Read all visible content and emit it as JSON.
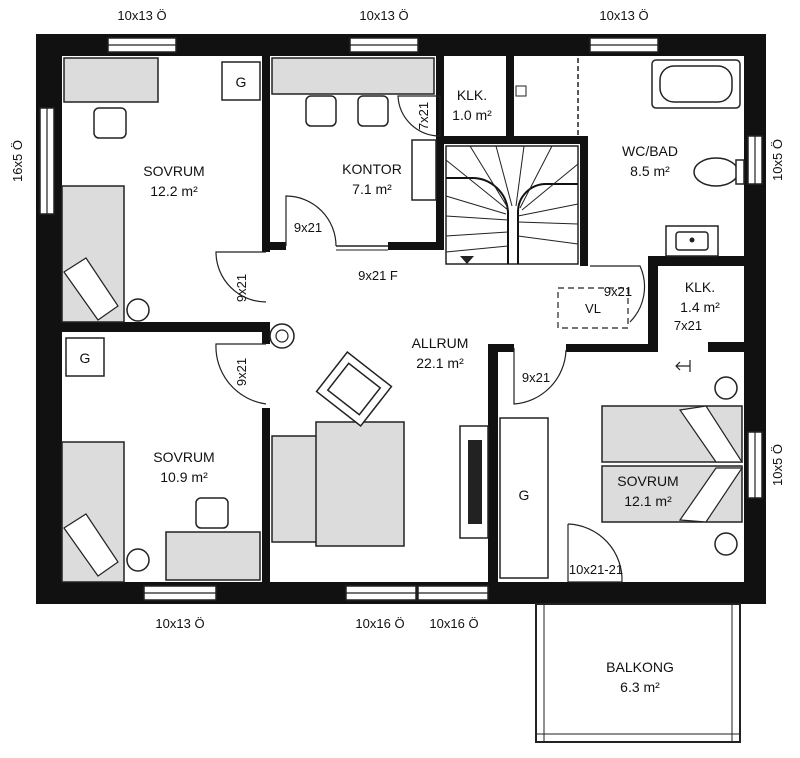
{
  "rooms": {
    "sovrum1": {
      "name": "SOVRUM",
      "area": "12.2 m²"
    },
    "kontor": {
      "name": "KONTOR",
      "area": "7.1 m²"
    },
    "klk1": {
      "name": "KLK.",
      "area": "1.0 m²"
    },
    "wcbad": {
      "name": "WC/BAD",
      "area": "8.5 m²"
    },
    "klk2": {
      "name": "KLK.",
      "area": "1.4 m²"
    },
    "allrum": {
      "name": "ALLRUM",
      "area": "22.1 m²"
    },
    "sovrum2": {
      "name": "SOVRUM",
      "area": "10.9 m²"
    },
    "sovrum3": {
      "name": "SOVRUM",
      "area": "12.1 m²"
    },
    "balkong": {
      "name": "BALKONG",
      "area": "6.3 m²"
    }
  },
  "windows": {
    "top_left": "10x13 Ö",
    "top_mid": "10x13 Ö",
    "top_right": "10x13 Ö",
    "left": "16x5 Ö",
    "right_upper": "10x5 Ö",
    "right_lower": "10x5 Ö",
    "bottom_left": "10x13 Ö",
    "bottom_mid1": "10x16 Ö",
    "bottom_mid2": "10x16 Ö"
  },
  "doors": {
    "klk1": "7x21",
    "kontor": "9x21",
    "sovrum1": "9x21",
    "sovrum2": "9x21",
    "stair": "9x21 F",
    "wc": "9x21",
    "sovrum3": "9x21",
    "klk2": "7x21",
    "balkong": "10x21-21"
  },
  "marks": {
    "closet1": "G",
    "closet2": "G",
    "closet3": "G",
    "vl": "VL"
  }
}
